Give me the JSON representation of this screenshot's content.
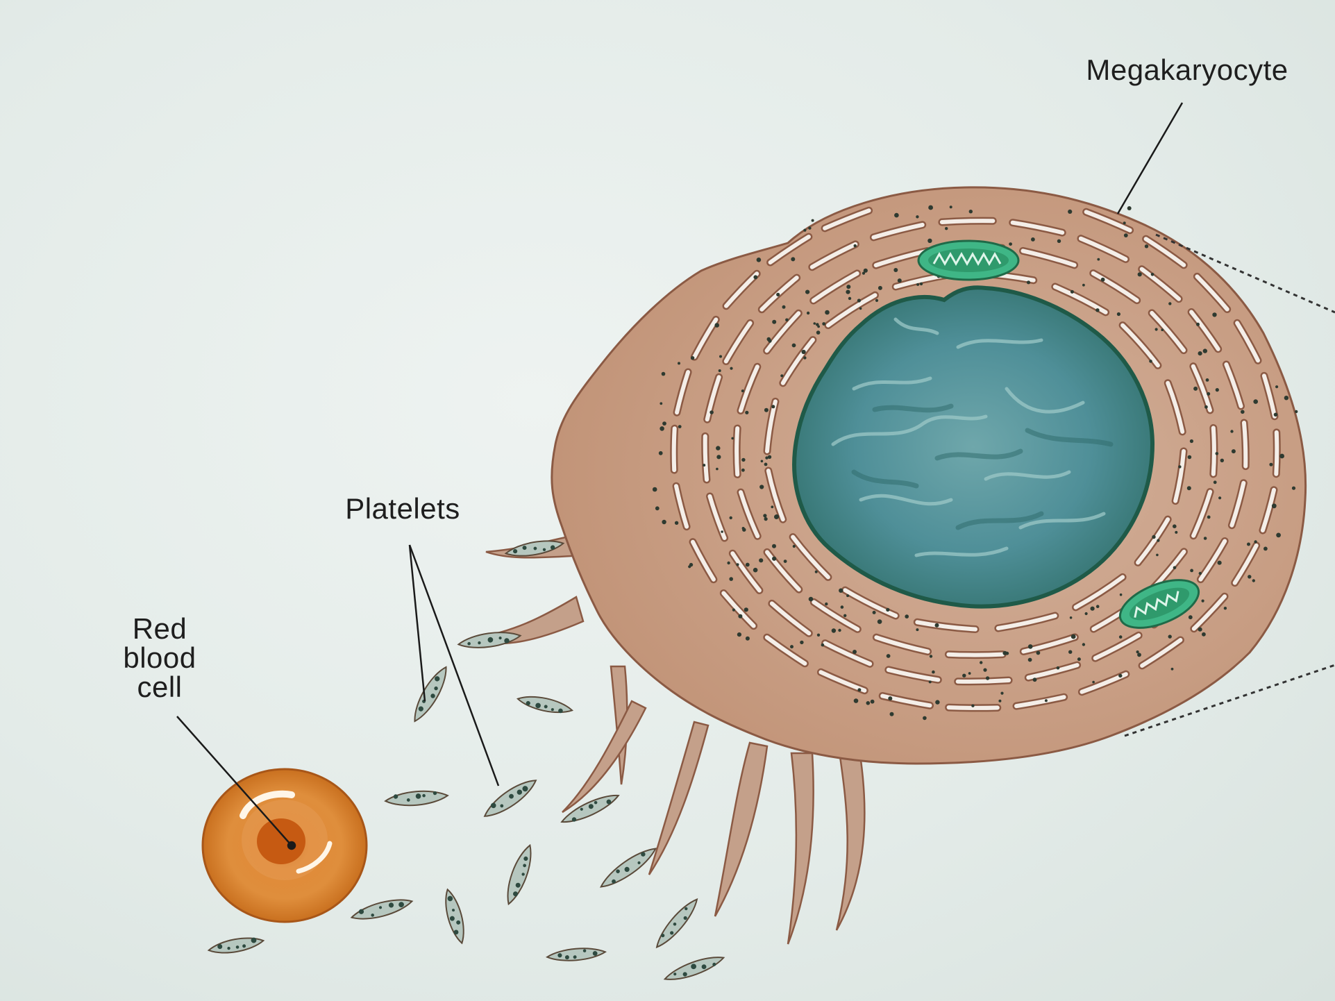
{
  "labels": {
    "megakaryocyte": "Megakaryocyte",
    "platelets": "Platelets",
    "red_blood_cell_line1": "Red",
    "red_blood_cell_line2": "blood",
    "red_blood_cell_line3": "cell"
  },
  "colors": {
    "background": "#e4ece9",
    "cytoplasm": "#c9a087",
    "cytoplasm_edge": "#8b5a44",
    "nucleus": "#4f8f98",
    "nucleus_edge": "#1f5a48",
    "mitochondria": "#2fb07a",
    "rbc_outer": "#d9812b",
    "rbc_inner": "#c55d10",
    "platelet": "#b8c8c0",
    "granule": "#2e4a40"
  }
}
